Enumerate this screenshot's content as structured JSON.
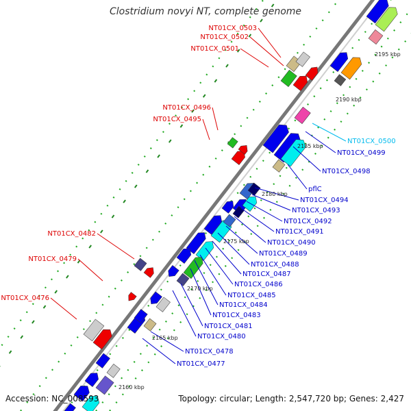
{
  "title": "Clostridium novyi NT, complete genome",
  "footer": {
    "accession": "Accession: NC_008593",
    "stats": "Topology: circular; Length: 2,547,720 bp; Genes: 2,427"
  },
  "colors": {
    "backbone": "#777777",
    "red_label": "#dd0000",
    "blue_label": "#0000cc",
    "cyan_label": "#00bbee",
    "tick_green": "#228822"
  },
  "kbp_ticks": [
    "2195 kbp",
    "2190 kbp",
    "2185 kbp",
    "2180 kbp",
    "2175 kbp",
    "2170 kbp",
    "2165 kbp",
    "2160 kbp"
  ],
  "labels_left": [
    "NT01CX_0503",
    "NT01CX_0502",
    "NT01CX_0501",
    "NT01CX_0496",
    "NT01CX_0495",
    "NT01CX_0482",
    "NT01CX_0479",
    "NT01CX_0476"
  ],
  "labels_right_cyan": [
    "NT01CX_0500"
  ],
  "labels_right": [
    "NT01CX_0499",
    "NT01CX_0498",
    "pflC",
    "NT01CX_0494",
    "NT01CX_0493",
    "NT01CX_0492",
    "NT01CX_0491",
    "NT01CX_0490",
    "NT01CX_0489",
    "NT01CX_0488",
    "NT01CX_0487",
    "NT01CX_0486",
    "NT01CX_0485",
    "NT01CX_0484",
    "NT01CX_0483",
    "NT01CX_0481",
    "NT01CX_0480",
    "NT01CX_0478",
    "NT01CX_0477"
  ]
}
